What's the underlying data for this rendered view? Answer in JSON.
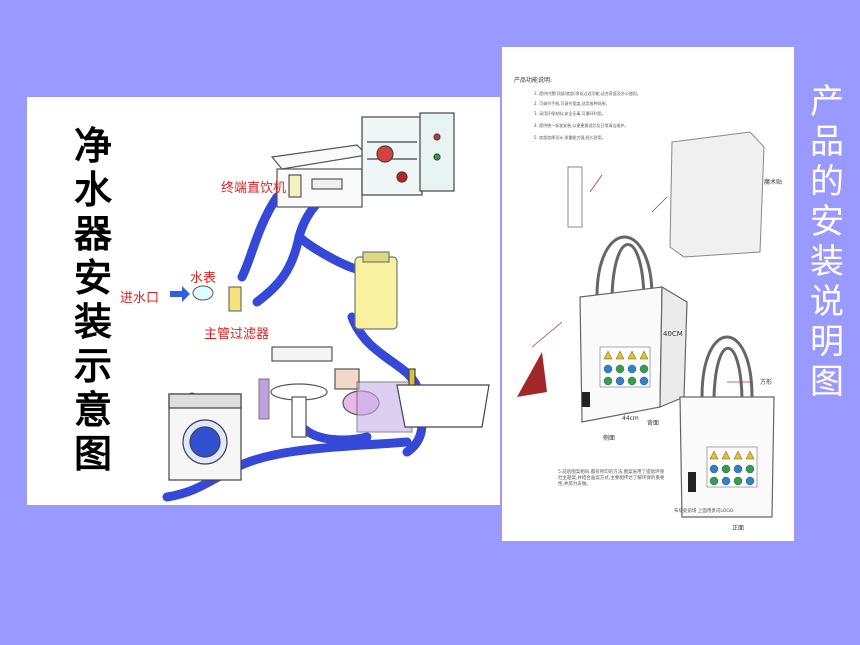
{
  "left": {
    "title_chars": [
      "净",
      "水",
      "器",
      "安",
      "装",
      "示",
      "意",
      "图"
    ],
    "labels": {
      "terminal": "终端直饮机",
      "meter": "水表",
      "inlet": "进水口",
      "filter": "主管过滤器"
    }
  },
  "right": {
    "title_chars": [
      "产",
      "品",
      "的",
      "安",
      "装",
      "说",
      "明",
      "图"
    ],
    "heading": "产品功能说明:",
    "text_lines": [
      "1. 提供内置(顶部/底部)净化过滤功能,适合家庭及办公使用。",
      "2. 可调节手柄,可调节宽度,适用各种场所。",
      "3. 采用环保材料,安全无毒,可循环利用。",
      "4. 提供统一标准安装,以便更换滤芯及日常清洁维护。",
      "5. 底部加厚设计,承重能力强,经久耐用。"
    ],
    "labels": {
      "velcro": "魔术贴",
      "size": "40CM",
      "width": "44cm",
      "side": "侧面",
      "front": "正面",
      "back": "背面",
      "square": "方形"
    },
    "bottom_note": "5.前后图案相同,都有所印的方法,图案采用了提倡环保社主题案,并结合画案方式,主要相传达了解环保的重要性,并努力去做。",
    "logo_note": "布缝处前增 上面用贵司LOGO"
  },
  "colors": {
    "background": "#9999ff",
    "pipe": "#3040d0",
    "red_label": "#e02020"
  }
}
